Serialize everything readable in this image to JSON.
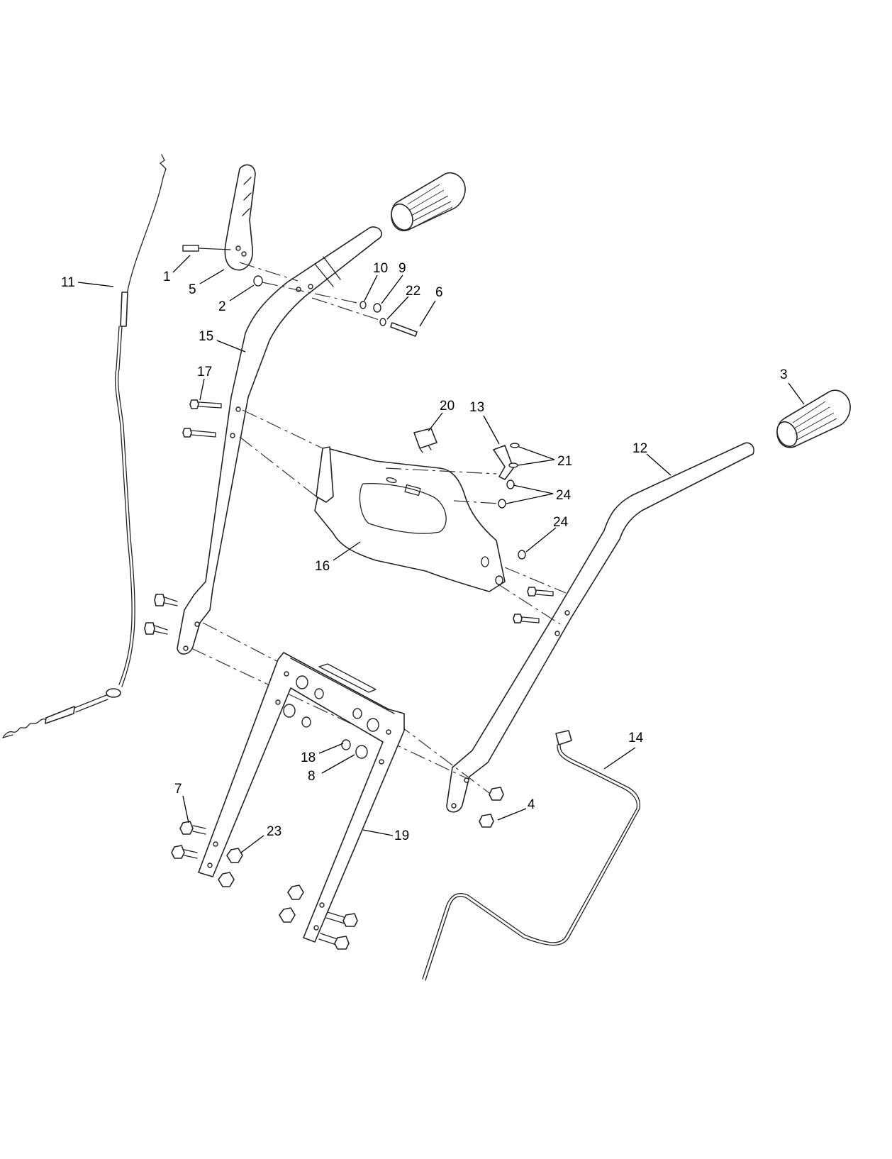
{
  "diagram": {
    "callouts": [
      {
        "id": "c1",
        "label": "1"
      },
      {
        "id": "c2",
        "label": "2"
      },
      {
        "id": "c3",
        "label": "3"
      },
      {
        "id": "c4",
        "label": "4"
      },
      {
        "id": "c5",
        "label": "5"
      },
      {
        "id": "c6",
        "label": "6"
      },
      {
        "id": "c7",
        "label": "7"
      },
      {
        "id": "c8",
        "label": "8"
      },
      {
        "id": "c9",
        "label": "9"
      },
      {
        "id": "c10",
        "label": "10"
      },
      {
        "id": "c11",
        "label": "11"
      },
      {
        "id": "c12",
        "label": "12"
      },
      {
        "id": "c13",
        "label": "13"
      },
      {
        "id": "c14",
        "label": "14"
      },
      {
        "id": "c15",
        "label": "15"
      },
      {
        "id": "c16",
        "label": "16"
      },
      {
        "id": "c17",
        "label": "17"
      },
      {
        "id": "c18",
        "label": "18"
      },
      {
        "id": "c19",
        "label": "19"
      },
      {
        "id": "c20",
        "label": "20"
      },
      {
        "id": "c21",
        "label": "21"
      },
      {
        "id": "c22",
        "label": "22"
      },
      {
        "id": "c23",
        "label": "23"
      },
      {
        "id": "c24a",
        "label": "24"
      },
      {
        "id": "c24b",
        "label": "24"
      }
    ]
  }
}
